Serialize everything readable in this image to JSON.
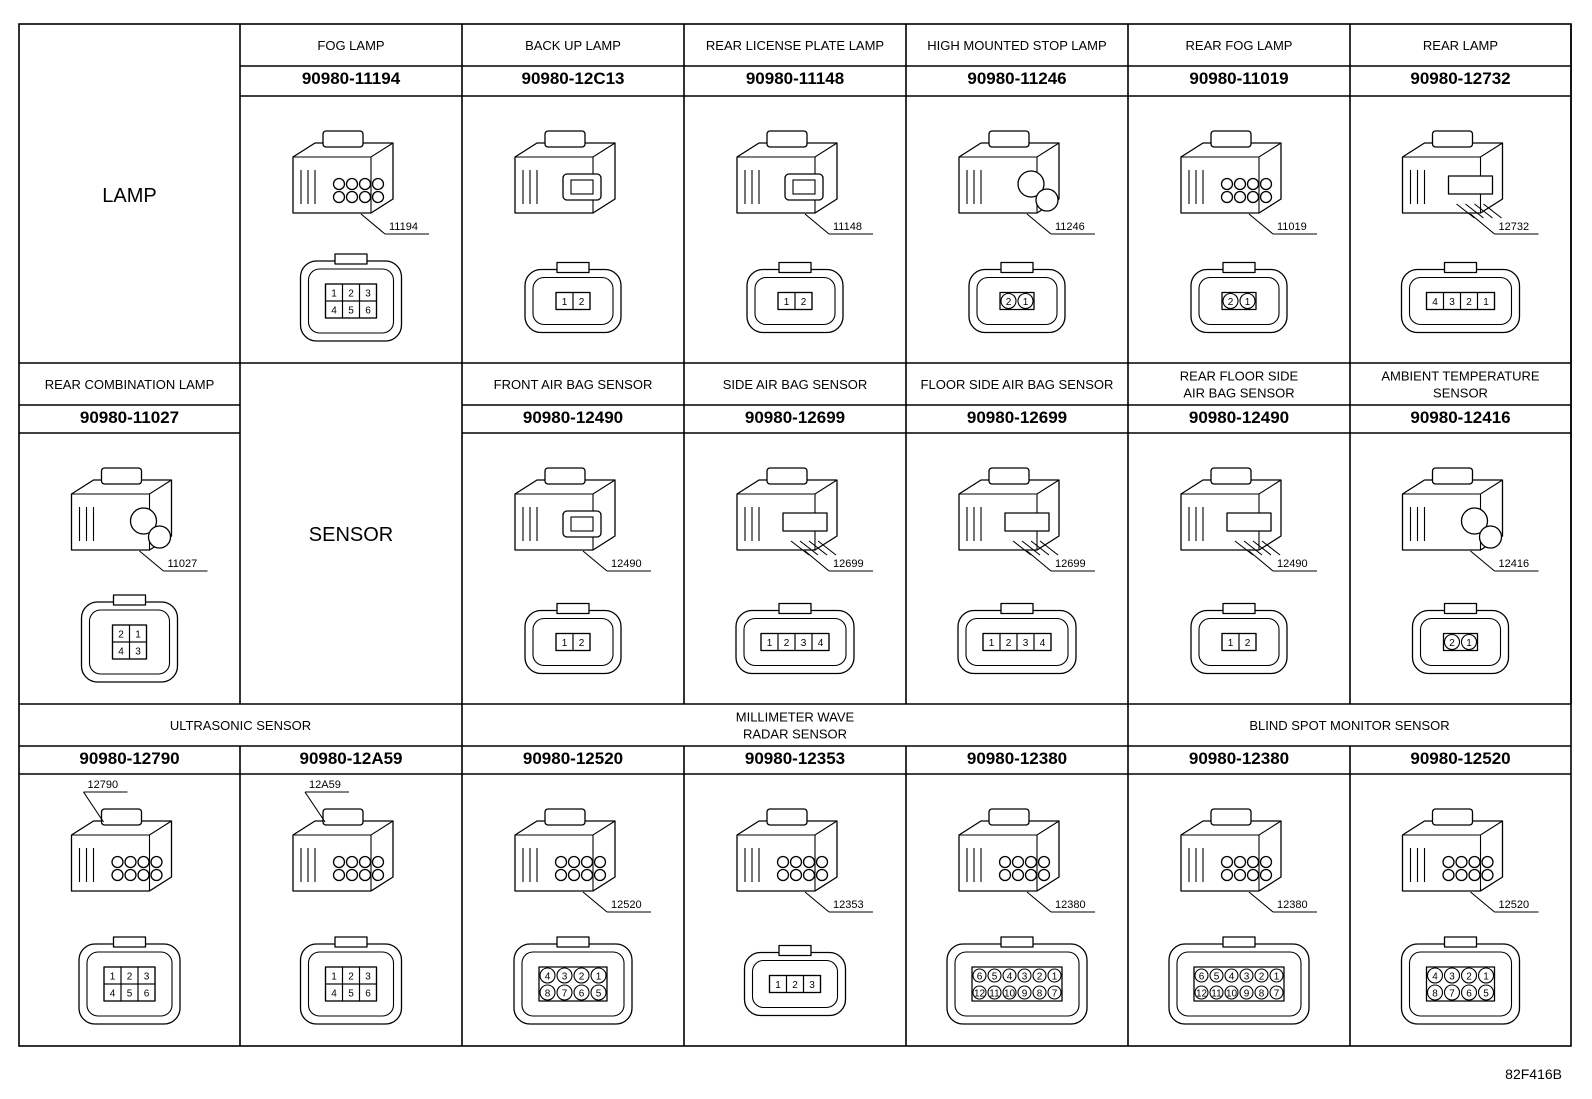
{
  "rows": [
    {
      "kind": "lamp",
      "section_label": "LAMP",
      "cells": [
        {
          "col": 1,
          "title": [
            "FOG LAMP"
          ],
          "part_number": "90980-11194",
          "callout": "11194",
          "pins": [
            "1",
            "2",
            "3",
            "4",
            "5",
            "6"
          ],
          "icon": "fog-lamp-connector-icon"
        },
        {
          "col": 2,
          "title": [
            "BACK UP LAMP"
          ],
          "part_number": "90980-12C13",
          "callout": "",
          "pins": [
            "1",
            "2"
          ],
          "icon": "back-up-lamp-connector-icon"
        },
        {
          "col": 3,
          "title": [
            "REAR LICENSE PLATE LAMP"
          ],
          "part_number": "90980-11148",
          "callout": "11148",
          "pins": [
            "1",
            "2"
          ],
          "icon": "license-plate-lamp-connector-icon"
        },
        {
          "col": 4,
          "title": [
            "HIGH MOUNTED STOP LAMP"
          ],
          "part_number": "90980-11246",
          "callout": "11246",
          "pins": [
            "2",
            "1"
          ],
          "icon": "stop-lamp-connector-icon"
        },
        {
          "col": 5,
          "title": [
            "REAR FOG LAMP"
          ],
          "part_number": "90980-11019",
          "callout": "11019",
          "pins": [
            "2",
            "1"
          ],
          "icon": "rear-fog-lamp-connector-icon"
        },
        {
          "col": 6,
          "title": [
            "REAR LAMP"
          ],
          "part_number": "90980-12732",
          "callout": "12732",
          "pins": [
            "4",
            "3",
            "2",
            "1"
          ],
          "icon": "rear-lamp-connector-icon"
        }
      ]
    },
    {
      "kind": "sensor",
      "section_label": "SENSOR",
      "cells": [
        {
          "col": 0,
          "title": [
            "REAR COMBINATION LAMP"
          ],
          "part_number": "90980-11027",
          "callout": "11027",
          "pins": [
            "2",
            "1",
            "4",
            "3"
          ],
          "icon": "rear-combination-lamp-connector-icon"
        },
        {
          "col": 2,
          "title": [
            "FRONT AIR BAG SENSOR"
          ],
          "part_number": "90980-12490",
          "callout": "12490",
          "pins": [
            "1",
            "2"
          ],
          "icon": "front-air-bag-sensor-connector-icon"
        },
        {
          "col": 3,
          "title": [
            "SIDE AIR BAG SENSOR"
          ],
          "part_number": "90980-12699",
          "callout": "12699",
          "pins": [
            "1",
            "2",
            "3",
            "4"
          ],
          "icon": "side-air-bag-sensor-connector-icon"
        },
        {
          "col": 4,
          "title": [
            "FLOOR SIDE AIR BAG SENSOR"
          ],
          "part_number": "90980-12699",
          "callout": "12699",
          "pins": [
            "1",
            "2",
            "3",
            "4"
          ],
          "icon": "floor-side-air-bag-sensor-connector-icon"
        },
        {
          "col": 5,
          "title": [
            "REAR FLOOR SIDE",
            "AIR BAG SENSOR"
          ],
          "part_number": "90980-12490",
          "callout": "12490",
          "pins": [
            "1",
            "2"
          ],
          "icon": "rear-floor-side-air-bag-sensor-connector-icon"
        },
        {
          "col": 6,
          "title": [
            "AMBIENT TEMPERATURE",
            "SENSOR"
          ],
          "part_number": "90980-12416",
          "callout": "12416",
          "pins": [
            "2",
            "1"
          ],
          "icon": "ambient-temperature-sensor-connector-icon"
        }
      ]
    },
    {
      "kind": "bottom",
      "groups": [
        {
          "cols": [
            0,
            1
          ],
          "title": [
            "ULTRASONIC SENSOR"
          ]
        },
        {
          "cols": [
            2,
            4
          ],
          "title": [
            "MILLIMETER WAVE",
            "RADAR SENSOR"
          ]
        },
        {
          "cols": [
            5,
            6
          ],
          "title": [
            "BLIND SPOT MONITOR SENSOR"
          ]
        }
      ],
      "cells": [
        {
          "col": 0,
          "part_number": "90980-12790",
          "callout": "12790",
          "pins": [
            "1",
            "2",
            "3",
            "4",
            "5",
            "6"
          ],
          "icon": "ultrasonic-sensor-connector-icon"
        },
        {
          "col": 1,
          "part_number": "90980-12A59",
          "callout": "12A59",
          "pins": [
            "1",
            "2",
            "3",
            "4",
            "5",
            "6"
          ],
          "icon": "ultrasonic-sensor-connector-icon"
        },
        {
          "col": 2,
          "part_number": "90980-12520",
          "callout": "12520",
          "pins": [
            "4",
            "3",
            "2",
            "1",
            "8",
            "7",
            "6",
            "5"
          ],
          "icon": "radar-sensor-connector-icon"
        },
        {
          "col": 3,
          "part_number": "90980-12353",
          "callout": "12353",
          "pins": [
            "1",
            "2",
            "3"
          ],
          "icon": "radar-sensor-connector-icon"
        },
        {
          "col": 4,
          "part_number": "90980-12380",
          "callout": "12380",
          "pins": [
            "6",
            "5",
            "4",
            "3",
            "2",
            "1",
            "12",
            "11",
            "10",
            "9",
            "8",
            "7"
          ],
          "icon": "radar-sensor-connector-icon"
        },
        {
          "col": 5,
          "part_number": "90980-12380",
          "callout": "12380",
          "pins": [
            "6",
            "5",
            "4",
            "3",
            "2",
            "1",
            "12",
            "11",
            "10",
            "9",
            "8",
            "7"
          ],
          "icon": "blind-spot-monitor-connector-icon"
        },
        {
          "col": 6,
          "part_number": "90980-12520",
          "callout": "12520",
          "pins": [
            "4",
            "3",
            "2",
            "1",
            "8",
            "7",
            "6",
            "5"
          ],
          "icon": "blind-spot-monitor-connector-icon"
        }
      ]
    }
  ],
  "figure_code": "82F416B"
}
